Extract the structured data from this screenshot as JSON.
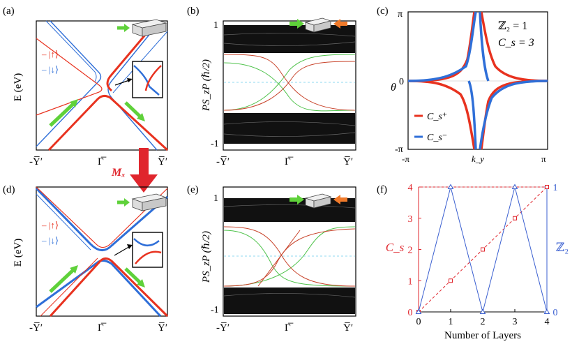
{
  "panel_labels": {
    "a": "(a)",
    "b": "(b)",
    "c": "(c)",
    "d": "(d)",
    "e": "(e)",
    "f": "(f)"
  },
  "colors": {
    "spin_up": "#e8321f",
    "spin_down": "#2f6fd8",
    "cs_red": "#e0262d",
    "z2_blue": "#3a5fd0",
    "green": "#5fd13a",
    "orange": "#f07a2a",
    "green_state": "#4ec24a",
    "orange_state": "#c8442b"
  },
  "band": {
    "ylabel": "E (eV)",
    "legend_up": "– |↑⟩",
    "legend_down": "– |↓⟩",
    "xticks": [
      "-Y̅′",
      "Γ̅",
      "Y̅′"
    ],
    "mx_label": "Mₓ"
  },
  "spin": {
    "ylabel": "PS_zP (ℏ/2)",
    "y_top": "1",
    "y_bottom": "-1",
    "xticks": [
      "-Y̅′",
      "Γ̅",
      "Y̅′"
    ]
  },
  "wilson": {
    "ylabel": "θ",
    "yticks": [
      "π",
      "0",
      "-π"
    ],
    "xticks": [
      "-π",
      "k_y",
      "π"
    ],
    "z2_text": "ℤ₂ = 1",
    "cs_text": "C_s = 3",
    "legend_plus": "C_s⁺",
    "legend_minus": "C_s⁻"
  },
  "chart_data": {
    "type": "line",
    "x": [
      0,
      1,
      2,
      3,
      4
    ],
    "xlabel": "Number of Layers",
    "xlim": [
      0,
      4
    ],
    "series": [
      {
        "name": "C_s",
        "values": [
          0,
          1,
          2,
          3,
          4
        ]
      },
      {
        "name": "ℤ₂",
        "values": [
          0,
          1,
          0,
          1,
          0
        ]
      }
    ],
    "y_left_label": "C_s",
    "y_left_ticks": [
      "0",
      "1",
      "2",
      "3",
      "4"
    ],
    "y_left_lim": [
      0,
      4
    ],
    "y_right_label": "ℤ₂",
    "y_right_ticks": [
      "0",
      "1"
    ],
    "y_right_lim": [
      0,
      1
    ],
    "x_ticks": [
      "0",
      "1",
      "2",
      "3",
      "4"
    ]
  }
}
